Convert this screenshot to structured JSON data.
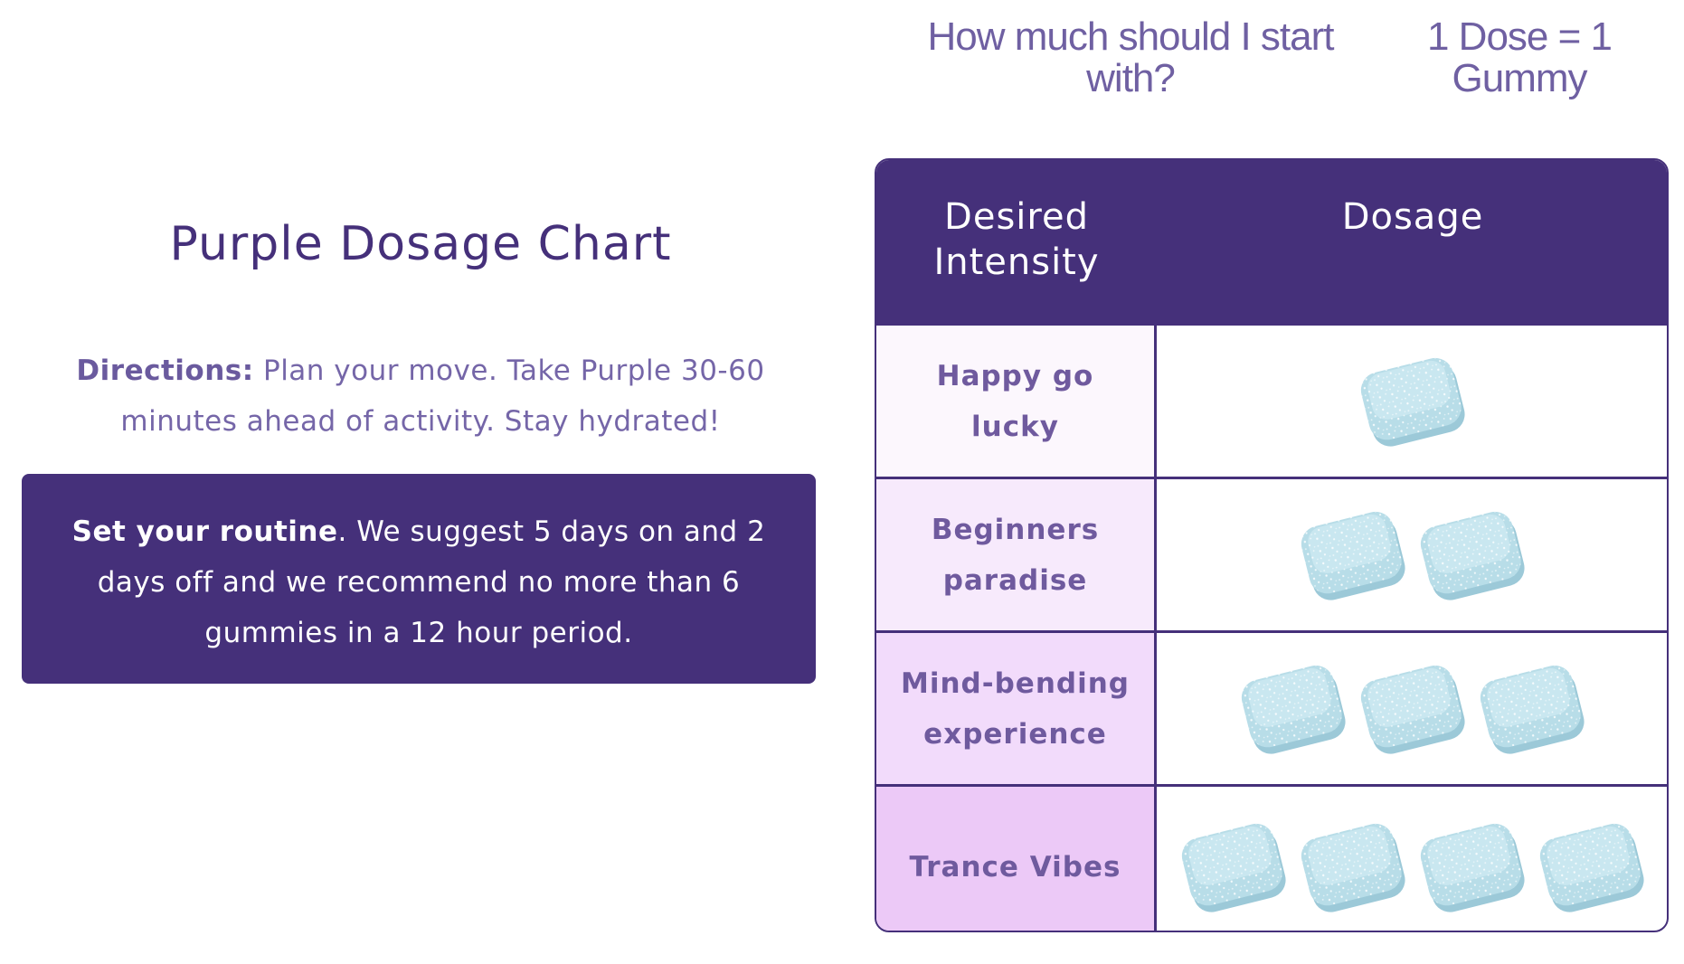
{
  "header": {
    "question": "How much should I start with?",
    "dose_note": "1 Dose = 1 Gummy"
  },
  "left": {
    "title": "Purple Dosage Chart",
    "directions_label": "Directions:",
    "directions_text": "Plan your move. Take Purple 30-60 minutes ahead of activity. Stay hydrated!",
    "routine_label": "Set your routine",
    "routine_text": ". We suggest 5 days on and 2 days off and we recommend no more than 6 gummies in a 12 hour period."
  },
  "chart": {
    "col_intensity": "Desired Intensity",
    "col_dosage": "Dosage",
    "rows": [
      {
        "label": "Happy go lucky",
        "gummies": 1,
        "bg": "#fcf7fd"
      },
      {
        "label": "Beginners paradise",
        "gummies": 2,
        "bg": "#f7eafc"
      },
      {
        "label": "Mind-bending experience",
        "gummies": 3,
        "bg": "#f2dbfb"
      },
      {
        "label": "Trance Vibes",
        "gummies": 4,
        "bg": "#ecc9f7"
      }
    ]
  },
  "colors": {
    "brand_purple": "#45307a",
    "text_purple": "#6f60a2",
    "gummy_blue": "#b8dde8"
  },
  "icons": {
    "gummy": "gummy-icon"
  }
}
